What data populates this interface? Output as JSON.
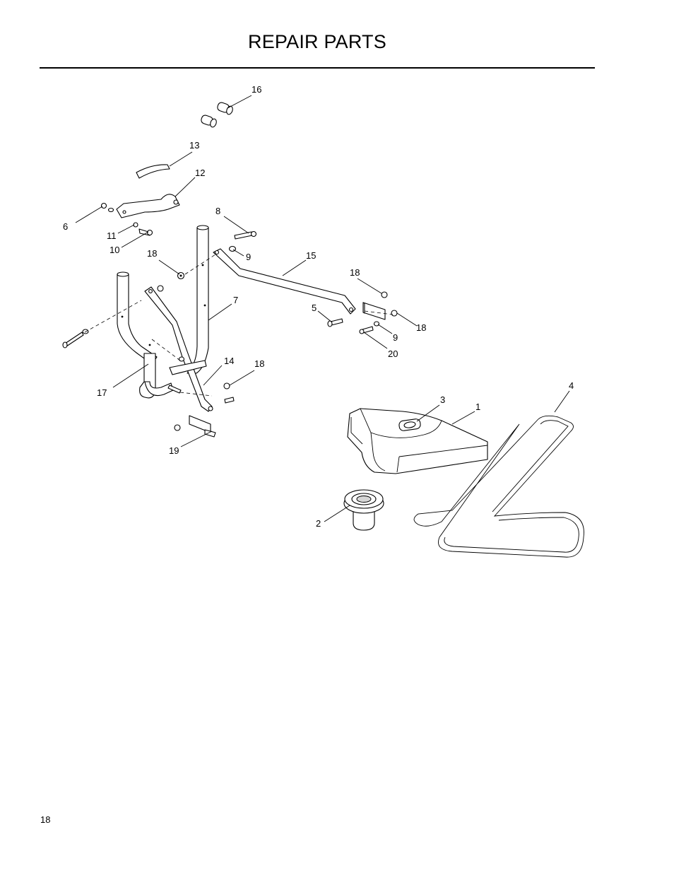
{
  "header": {
    "title": "REPAIR PARTS"
  },
  "footer": {
    "page_number": "18"
  },
  "callouts": {
    "c1": "1",
    "c2": "2",
    "c3": "3",
    "c4": "4",
    "c5": "5",
    "c6": "6",
    "c7": "7",
    "c8": "8",
    "c9a": "9",
    "c9b": "9",
    "c10": "10",
    "c11": "11",
    "c12": "12",
    "c13": "13",
    "c14": "14",
    "c15": "15",
    "c16": "16",
    "c17": "17",
    "c18a": "18",
    "c18b": "18",
    "c18c": "18",
    "c18d": "18",
    "c19": "19",
    "c20": "20"
  }
}
